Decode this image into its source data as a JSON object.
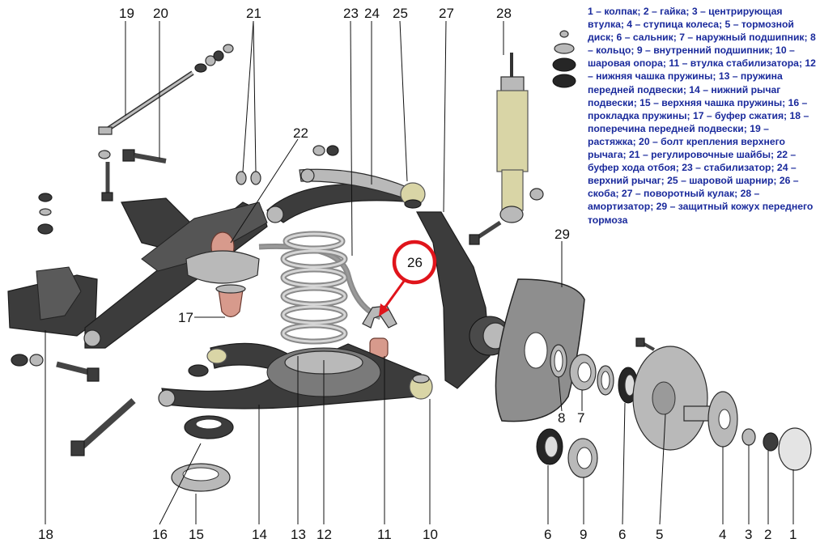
{
  "legend": "1 – колпак; 2 – гайка; 3 – центрирующая втулка; 4 – ступица колеса; 5 – тормозной диск; 6 – сальник; 7 – наружный подшипник; 8 – кольцо; 9 – внутренний подшипник; 10 – шаровая опора; 11 – втулка стабилизатора; 12 – нижняя чашка пружины; 13 – пружина передней подвески; 14 – нижний рычаг подвески; 15 – верхняя чашка пружины; 16 – прокладка пружины; 17 – буфер сжатия; 18 – поперечина передней подвески; 19 – растяжка; 20 – болт крепления верхнего рычага; 21 – регулировочные шайбы; 22 – буфер хода отбоя; 23 – стабилизатор; 24 – верхний рычаг; 25 – шаровой шарнир; 26 – скоба; 27 – поворотный кулак; 28 – амортизатор; 29 – защитный кожух переднего тормоза",
  "callouts": {
    "n1": "1",
    "n2": "2",
    "n3": "3",
    "n4": "4",
    "n5": "5",
    "n6a": "6",
    "n6b": "6",
    "n7": "7",
    "n8": "8",
    "n9": "9",
    "n10": "10",
    "n11": "11",
    "n12": "12",
    "n13": "13",
    "n14": "14",
    "n15": "15",
    "n16": "16",
    "n17": "17",
    "n18": "18",
    "n19": "19",
    "n20": "20",
    "n21": "21",
    "n22": "22",
    "n23": "23",
    "n24": "24",
    "n25": "25",
    "n26": "26",
    "n27": "27",
    "n28": "28",
    "n29": "29"
  },
  "colors": {
    "legend_text": "#1a2a9c",
    "highlight_circle": "#e0141b",
    "metal": "#b9b9b9",
    "dark_metal": "#3c3c3c"
  }
}
